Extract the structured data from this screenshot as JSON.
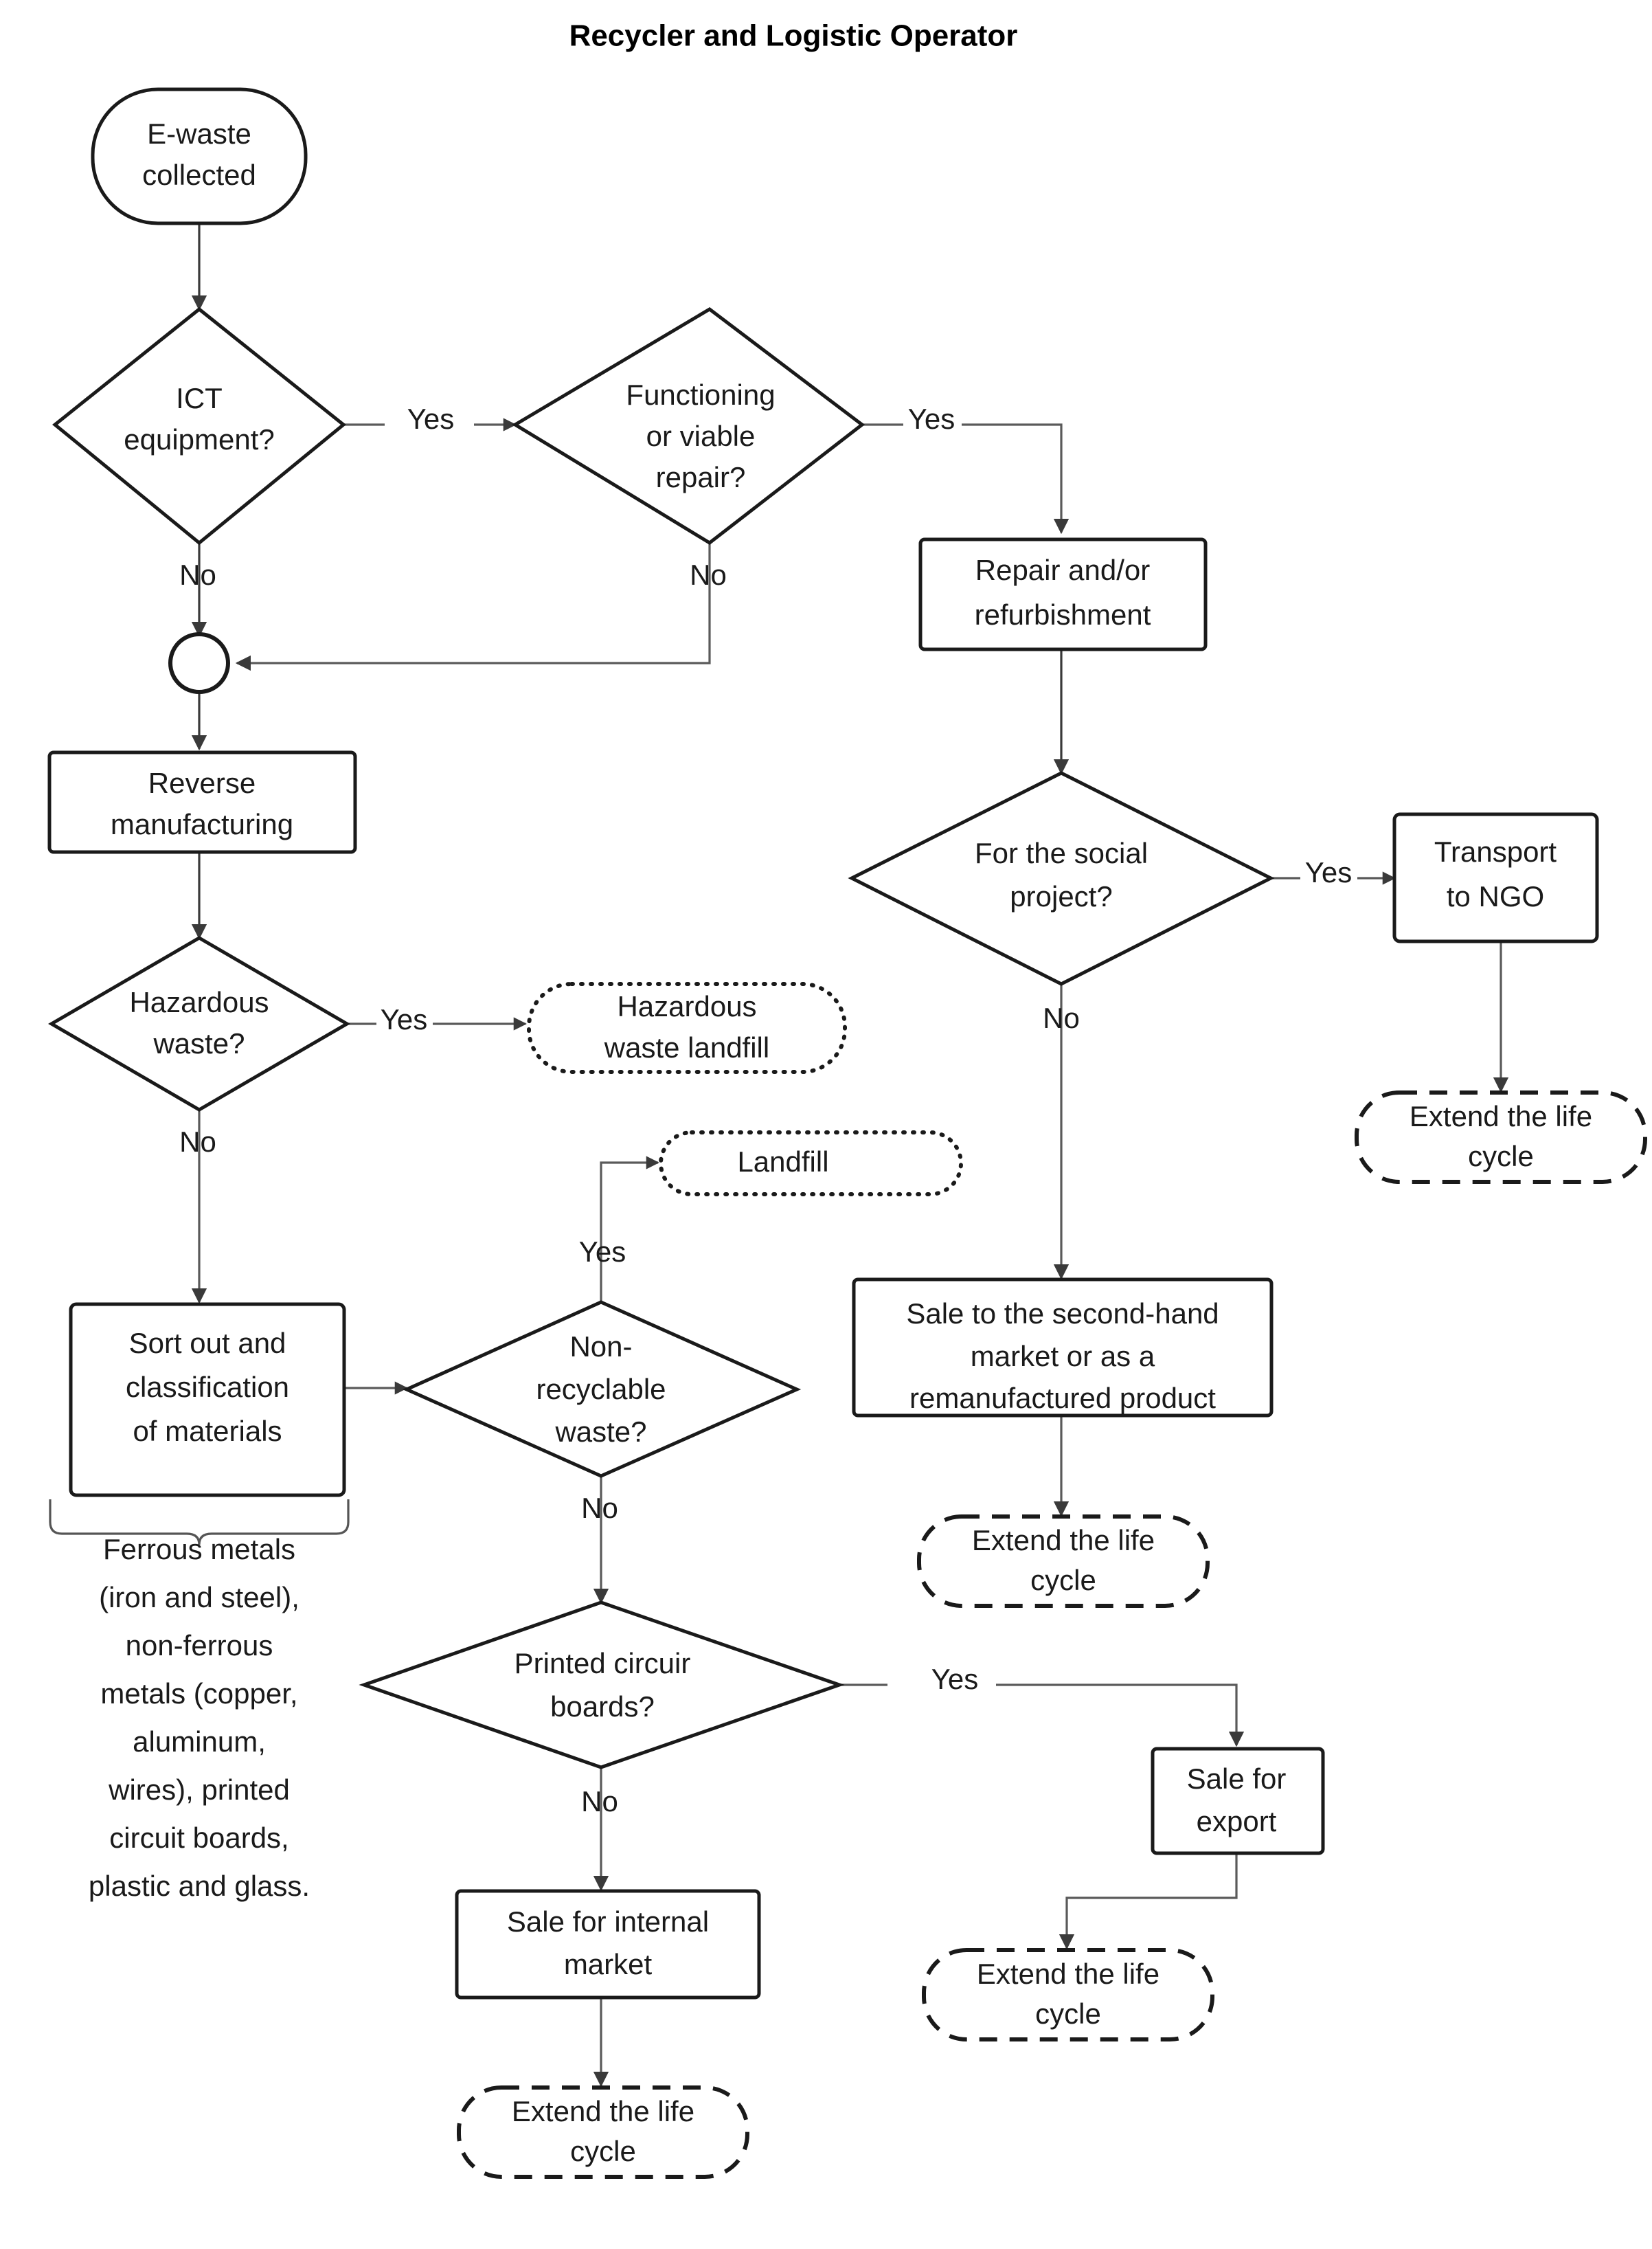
{
  "title": "Recycler and Logistic Operator",
  "nodes": {
    "start": {
      "label_line1": "E-waste",
      "label_line2": "collected",
      "shape": "terminator-oval"
    },
    "ict": {
      "label_line1": "ICT",
      "label_line2": "equipment?",
      "shape": "decision-diamond"
    },
    "functioning": {
      "label_line1": "Functioning",
      "label_line2": "or viable",
      "label_line3": "repair?",
      "shape": "decision-diamond"
    },
    "junction": {
      "label": "",
      "shape": "connector-circle"
    },
    "repair": {
      "label_line1": "Repair and/or",
      "label_line2": "refurbishment",
      "shape": "process-box"
    },
    "reverse": {
      "label_line1": "Reverse",
      "label_line2": "manufacturing",
      "shape": "process-box"
    },
    "social": {
      "label_line1": "For the social",
      "label_line2": "project?",
      "shape": "decision-diamond"
    },
    "ngo": {
      "label_line1": "Transport",
      "label_line2": "to NGO",
      "shape": "process-box"
    },
    "hazardous": {
      "label_line1": "Hazardous",
      "label_line2": "waste?",
      "shape": "decision-diamond"
    },
    "haz_landfill": {
      "label_line1": "Hazardous",
      "label_line2": "waste landfill",
      "shape": "dotted-rounded"
    },
    "ngo_extend": {
      "label_line1": "Extend the life",
      "label_line2": "cycle",
      "shape": "dashed-rounded"
    },
    "landfill": {
      "label_line1": "Landfill",
      "shape": "dotted-rounded"
    },
    "sort": {
      "label_line1": "Sort out and",
      "label_line2": "classification",
      "label_line3": "of materials",
      "shape": "process-box"
    },
    "nonrecyclable": {
      "label_line1": "Non-",
      "label_line2": "recyclable",
      "label_line3": "waste?",
      "shape": "decision-diamond"
    },
    "secondhand": {
      "label_line1": "Sale to the second-hand",
      "label_line2": "market or as a",
      "label_line3": "remanufactured product",
      "shape": "process-box"
    },
    "secondhand_extend": {
      "label_line1": "Extend the life",
      "label_line2": "cycle",
      "shape": "dashed-rounded"
    },
    "pcb": {
      "label_line1": "Printed circuir",
      "label_line2": "boards?",
      "shape": "decision-diamond"
    },
    "export": {
      "label_line1": "Sale for",
      "label_line2": "export",
      "shape": "process-box"
    },
    "export_extend": {
      "label_line1": "Extend the life",
      "label_line2": "cycle",
      "shape": "dashed-rounded"
    },
    "internal": {
      "label_line1": "Sale for internal",
      "label_line2": "market",
      "shape": "process-box"
    },
    "internal_extend": {
      "label_line1": "Extend the life",
      "label_line2": "cycle",
      "shape": "dashed-rounded"
    }
  },
  "edge_labels": {
    "ict_yes": "Yes",
    "ict_no": "No",
    "functioning_yes": "Yes",
    "functioning_no": "No",
    "social_yes": "Yes",
    "social_no": "No",
    "hazardous_yes": "Yes",
    "hazardous_no": "No",
    "nonrecyclable_yes": "Yes",
    "nonrecyclable_no": "No",
    "pcb_yes": "Yes",
    "pcb_no": "No"
  },
  "annotation": {
    "lines": [
      "Ferrous metals",
      "(iron and steel),",
      "non-ferrous",
      "metals (copper,",
      "aluminum,",
      "wires), printed",
      "circuit boards,",
      "plastic and glass."
    ]
  },
  "colors": {
    "stroke": "#1a1a1a",
    "connector": "#5a5a5a",
    "background": "#ffffff",
    "text": "#1a1a1a"
  }
}
